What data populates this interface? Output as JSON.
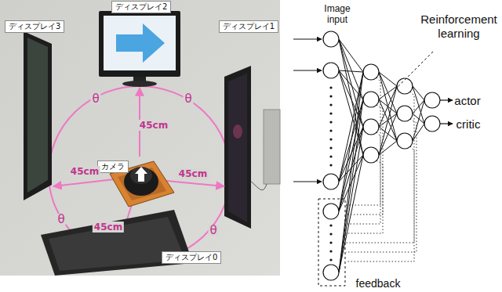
{
  "diagram": {
    "nodes": [
      {
        "text": [
          "ディスプレイ2"
        ]
      },
      {
        "text": [
          "ディスプレイ3"
        ]
      },
      {
        "text": [
          "ディスプレイ1"
        ]
      },
      {
        "text": [
          "カメラ"
        ]
      },
      {
        "text": [
          "ディスプレイ0"
        ]
      }
    ],
    "labels": [
      "θ",
      "θ",
      "45cm",
      "45cm",
      "45cm",
      "θ",
      "θ",
      "45cm",
      "Image input",
      "Reinforcement learning",
      "actor",
      "critic",
      "feedback"
    ]
  }
}
